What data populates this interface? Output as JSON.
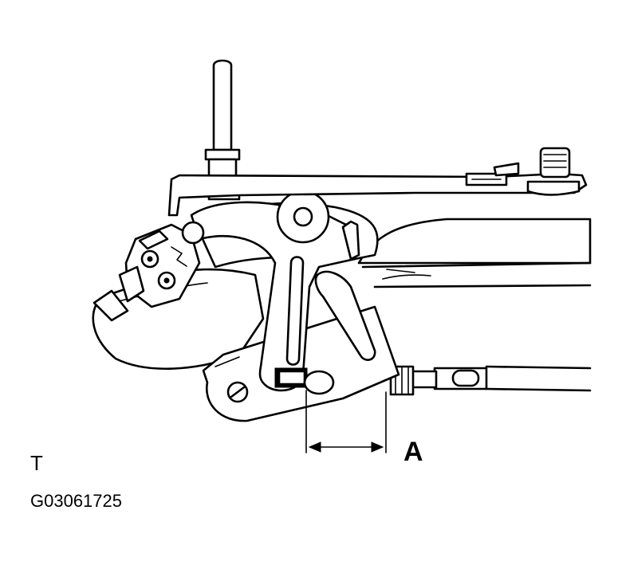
{
  "diagram": {
    "dimension_label": "A",
    "corner_mark": "T",
    "figure_code": "G03061725"
  },
  "colors": {
    "line": "#000000",
    "background": "#ffffff"
  }
}
